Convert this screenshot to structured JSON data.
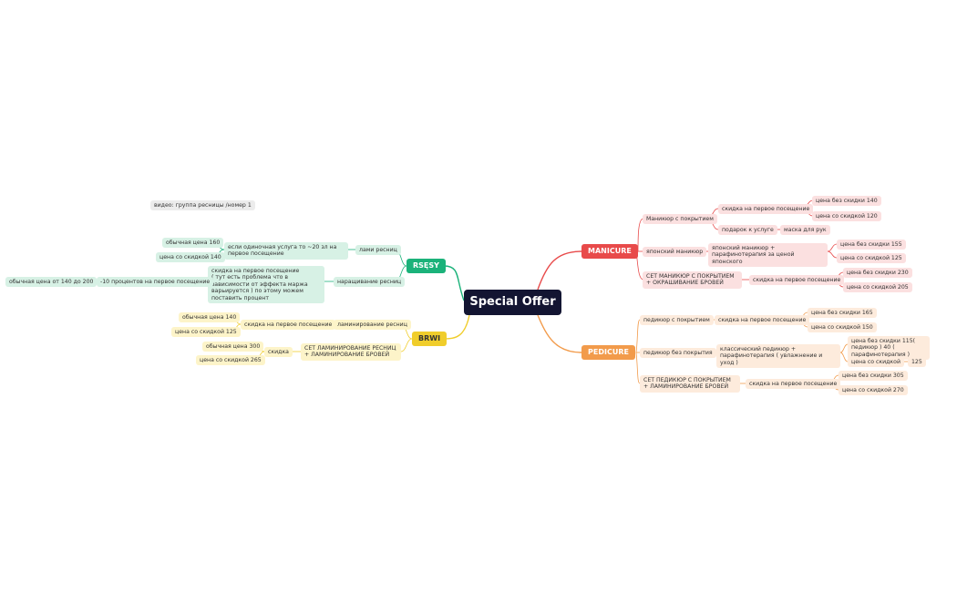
{
  "root": "Special Offer",
  "note": "видео: группа ресницы /номер 1",
  "colors": {
    "manicure": "#e84a4a",
    "pedicure": "#f29b4b",
    "resnicy": "#1bb27a",
    "brovi": "#f0cd2b",
    "root": "#131532"
  },
  "manicure": {
    "label": "MANICURE",
    "m1": "Маникюр с покрытием",
    "m1a": "скидка на первое посещение",
    "m1a1": "цена без скидки 140",
    "m1a2": "цена со скидкой 120",
    "m1b": "подарок к услуге",
    "m1b1": "маска для рук",
    "m2": "японский маникюр",
    "m2a": "японский маникюр + парафинотерапия за ценой японского",
    "m2a1": "цена без скидки 155",
    "m2a2": "цена со скидкой 125",
    "m3": "СЕТ МАНИКЮР С ПОКРЫТИЕМ + ОКРАШИВАНИЕ БРОВЕЙ",
    "m3a": "скидка на первое посещение",
    "m3a1": "цена без скидки  230",
    "m3a2": "цена со скидкой 205"
  },
  "pedicure": {
    "label": "PEDICURE",
    "p1": "педикюр с покрытием",
    "p1a": "скидка на первое посещение",
    "p1a1": "цена без скидки 165",
    "p1a2": "цена со скидкой 150",
    "p2": "педикюр без покрытия",
    "p2a": "классический педикюр + парафинотерапия ( увлажнение и уход )",
    "p2a1": "цена без скидки 115( педикюр ) 40 ( парафинотерапия )",
    "p2a2": "цена со скидкой",
    "p2a2v": "125",
    "p3": "СЕТ ПЕДИКЮР С ПОКРЫТИЕМ + ЛАМИНИРОВАНИЕ БРОВЕЙ",
    "p3a": "скидка на первое посещение",
    "p3a1": "цена без скидки 305",
    "p3a2": "цена со скидкой 270"
  },
  "resnicy": {
    "label": "RSĘSY",
    "r1": "лами ресниц",
    "r1a": "если одиночная услуга то ~20 зл на первое посещение",
    "r1a1": "обычная цена 160",
    "r1a2": "цена со скидкой 140",
    "r2": "наращивание ресниц",
    "r2a": "скидка на первое посещение\n( тут есть проблема что в зависимости от эффекта маржа варьируется ) по этому можем поставить процент",
    "r2a1": "-10 процентов на первое посещение",
    "r2a1a": "обычная цена от 140 до 200"
  },
  "brovi": {
    "label": "BRWI",
    "b1": "ламинирование ресниц",
    "b1a": "скидка на первое посещение",
    "b1a1": "обычная цена 140",
    "b1a2": "цена со скидкой 125",
    "b2": "СЕТ ЛАМИНИРОВАНИЕ РЕСНИЦ + ЛАМИНИРОВАНИЕ БРОВЕЙ",
    "b2a": "скидка",
    "b2a1": "обычная цена 300",
    "b2a2": "цена со скидкой 265"
  }
}
